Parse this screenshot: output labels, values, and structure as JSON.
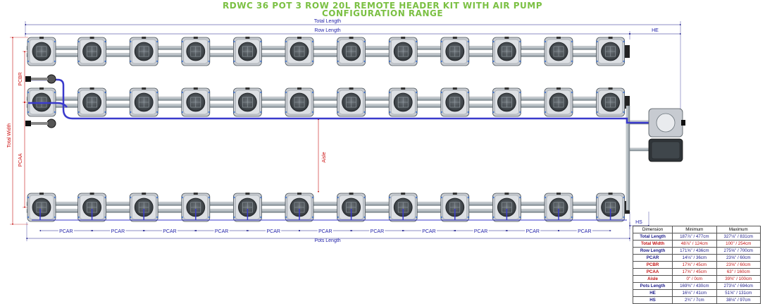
{
  "title": {
    "line1": "RDWC 36 POT 3 ROW 20L REMOTE HEADER KIT WITH AIR PUMP",
    "line2": "CONFIGURATION RANGE"
  },
  "colors": {
    "title": "#7bc043",
    "dimension_blue": "#1a1a8a",
    "dimension_red": "#c41414",
    "air_line": "#3a3acc",
    "pot": "#c7cbd1",
    "pipe": "#b5bdc3"
  },
  "labels": {
    "total_length": "Total Length",
    "row_length": "Row Length",
    "he": "HE",
    "hs": "HS",
    "pcbr": "PCBR",
    "pcaa": "PCAA",
    "total_width": "Total Width",
    "aisle": "Aisle",
    "pcar": "PCAR",
    "pots_length": "Pots Length"
  },
  "layout": {
    "rows": 3,
    "pots_per_row": 12
  },
  "table": {
    "headers": [
      "Dimension",
      "Minimum",
      "Maximum"
    ],
    "rows": [
      {
        "dimension": "Total Length",
        "min": "187⅞\" / 477cm",
        "max": "327⅛\" / 831cm",
        "color": "blue"
      },
      {
        "dimension": "Total Width",
        "min": "48⅞\" / 124cm",
        "max": "100\" / 254cm",
        "color": "red"
      },
      {
        "dimension": "Row Length",
        "min": "171⅝\" / 436cm",
        "max": "275⅝\" / 700cm",
        "color": "blue"
      },
      {
        "dimension": "PCAR",
        "min": "14⅛\" / 36cm",
        "max": "23⅝\" / 60cm",
        "color": "blue"
      },
      {
        "dimension": "PCBR",
        "min": "17⅝\" / 45cm",
        "max": "23⅝\" / 60cm",
        "color": "red"
      },
      {
        "dimension": "PCAA",
        "min": "17⅝\" / 45cm",
        "max": "63\" / 160cm",
        "color": "red"
      },
      {
        "dimension": "Aisle",
        "min": "0\" / 0cm",
        "max": "39⅜\" / 100cm",
        "color": "red"
      },
      {
        "dimension": "Pots Length",
        "min": "169⅜\" / 430cm",
        "max": "273⅛\" / 694cm",
        "color": "blue"
      },
      {
        "dimension": "HE",
        "min": "16⅛\" / 41cm",
        "max": "51⅝\" / 131cm",
        "color": "blue"
      },
      {
        "dimension": "HS",
        "min": "2¾\" / 7cm",
        "max": "38⅛\" / 97cm",
        "color": "blue"
      }
    ]
  }
}
